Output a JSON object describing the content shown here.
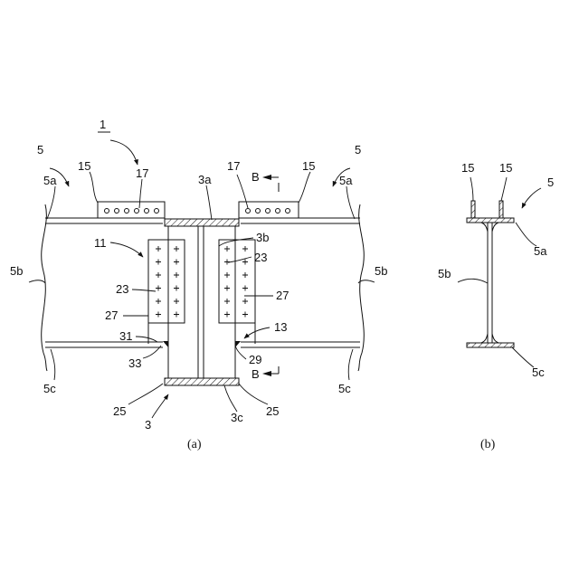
{
  "labels": {
    "l1": "1",
    "l5_left": "5",
    "l5_right": "5",
    "l5_b": "5",
    "l15_left": "15",
    "l15_right": "15",
    "l15_b1": "15",
    "l15_b2": "15",
    "l17_left": "17",
    "l17_right": "17",
    "l3a": "3a",
    "lB_top": "B",
    "lB_bot": "B",
    "l5a_left": "5a",
    "l5a_right": "5a",
    "l5a_b": "5a",
    "l11": "11",
    "l3b": "3b",
    "l23_right": "23",
    "l23_left": "23",
    "l5b_left": "5b",
    "l5b_right": "5b",
    "l5b_b": "5b",
    "l27_right": "27",
    "l27_left": "27",
    "l31": "31",
    "l13": "13",
    "l33": "33",
    "l29": "29",
    "l5c_left": "5c",
    "l5c_right": "5c",
    "l5c_b": "5c",
    "l25_left": "25",
    "l25_right": "25",
    "l3": "3",
    "l3c": "3c"
  },
  "captions": {
    "a": "(a)",
    "b": "(b)"
  }
}
